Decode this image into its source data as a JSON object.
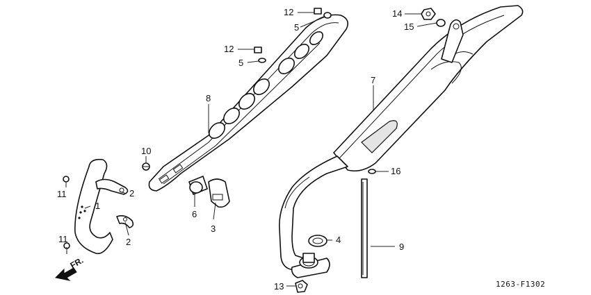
{
  "figure_code": "1263-F1302",
  "direction_label": "FR.",
  "callouts": [
    {
      "id": "c1",
      "label": "1"
    },
    {
      "id": "c2a",
      "label": "2"
    },
    {
      "id": "c2b",
      "label": "2"
    },
    {
      "id": "c3",
      "label": "3"
    },
    {
      "id": "c4",
      "label": "4"
    },
    {
      "id": "c5a",
      "label": "5"
    },
    {
      "id": "c5b",
      "label": "5"
    },
    {
      "id": "c6",
      "label": "6"
    },
    {
      "id": "c7",
      "label": "7"
    },
    {
      "id": "c8",
      "label": "8"
    },
    {
      "id": "c9",
      "label": "9"
    },
    {
      "id": "c10",
      "label": "10"
    },
    {
      "id": "c11a",
      "label": "11"
    },
    {
      "id": "c11b",
      "label": "11"
    },
    {
      "id": "c12a",
      "label": "12"
    },
    {
      "id": "c12b",
      "label": "12"
    },
    {
      "id": "c13",
      "label": "13"
    },
    {
      "id": "c14",
      "label": "14"
    },
    {
      "id": "c15",
      "label": "15"
    },
    {
      "id": "c16",
      "label": "16"
    }
  ]
}
